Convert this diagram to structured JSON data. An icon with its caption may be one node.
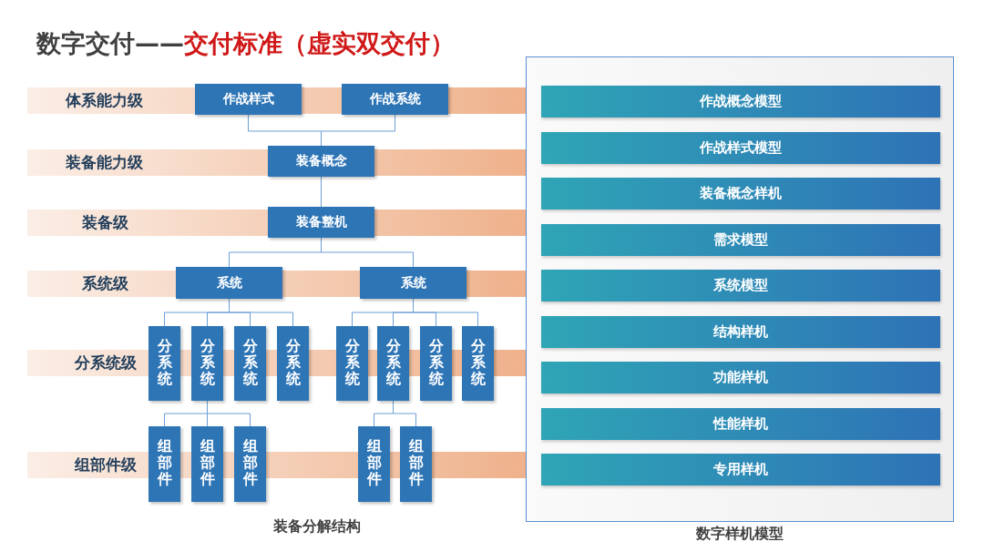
{
  "diagram": {
    "title": "数字交付——**交付标准（虚实双交付）**",
    "nodes": [
      {
        "text": [
          "体系能力级"
        ]
      },
      {
        "text": [
          "装备能力级"
        ]
      },
      {
        "text": [
          "装备级"
        ]
      },
      {
        "text": [
          "系统级"
        ]
      },
      {
        "text": [
          "分系统级"
        ]
      },
      {
        "text": [
          "组部件级"
        ]
      },
      {
        "text": [
          "作战样式"
        ]
      },
      {
        "text": [
          "作战系统"
        ]
      },
      {
        "text": [
          "装备概念"
        ]
      },
      {
        "text": [
          "装备整机"
        ]
      },
      {
        "text": [
          "系统"
        ]
      },
      {
        "text": [
          "系统"
        ]
      },
      {
        "text": [
          "分系统"
        ]
      },
      {
        "text": [
          "分系统"
        ]
      },
      {
        "text": [
          "分系统"
        ]
      },
      {
        "text": [
          "分系统"
        ]
      },
      {
        "text": [
          "分系统"
        ]
      },
      {
        "text": [
          "分系统"
        ]
      },
      {
        "text": [
          "分系统"
        ]
      },
      {
        "text": [
          "分系统"
        ]
      },
      {
        "text": [
          "组部件"
        ]
      },
      {
        "text": [
          "组部件"
        ]
      },
      {
        "text": [
          "组部件"
        ]
      },
      {
        "text": [
          "组部件"
        ]
      },
      {
        "text": [
          "组部件"
        ]
      },
      {
        "text": [
          "数字样机模型"
        ]
      },
      {
        "text": [
          "作战概念模型"
        ],
        "in": 25
      },
      {
        "text": [
          "作战样式模型"
        ],
        "in": 25
      },
      {
        "text": [
          "装备概念样机"
        ],
        "in": 25
      },
      {
        "text": [
          "需求模型"
        ],
        "in": 25
      },
      {
        "text": [
          "系统模型"
        ],
        "in": 25
      },
      {
        "text": [
          "结构样机"
        ],
        "in": 25
      },
      {
        "text": [
          "功能样机"
        ],
        "in": 25
      },
      {
        "text": [
          "性能样机"
        ],
        "in": 25
      },
      {
        "text": [
          "专用样机"
        ],
        "in": 25
      }
    ],
    "edges": [
      {
        "from": 6,
        "to": 8,
        "arrow": "none"
      },
      {
        "from": 7,
        "to": 8,
        "arrow": "none"
      },
      {
        "from": 8,
        "to": 9,
        "arrow": "none"
      },
      {
        "from": 9,
        "to": 10,
        "arrow": "none"
      },
      {
        "from": 9,
        "to": 11,
        "arrow": "none"
      },
      {
        "from": 10,
        "to": 12,
        "arrow": "none"
      },
      {
        "from": 10,
        "to": 13,
        "arrow": "none"
      },
      {
        "from": 10,
        "to": 14,
        "arrow": "none"
      },
      {
        "from": 10,
        "to": 15,
        "arrow": "none"
      },
      {
        "from": 11,
        "to": 16,
        "arrow": "none"
      },
      {
        "from": 11,
        "to": 17,
        "arrow": "none"
      },
      {
        "from": 11,
        "to": 18,
        "arrow": "none"
      },
      {
        "from": 11,
        "to": 19,
        "arrow": "none"
      },
      {
        "from": 13,
        "to": 20,
        "arrow": "none"
      },
      {
        "from": 13,
        "to": 21,
        "arrow": "none"
      },
      {
        "from": 13,
        "to": 22,
        "arrow": "none"
      },
      {
        "from": 17,
        "to": 23,
        "arrow": "none"
      },
      {
        "from": 17,
        "to": 24,
        "arrow": "none"
      }
    ],
    "labels": [
      "装备分解结构"
    ]
  }
}
